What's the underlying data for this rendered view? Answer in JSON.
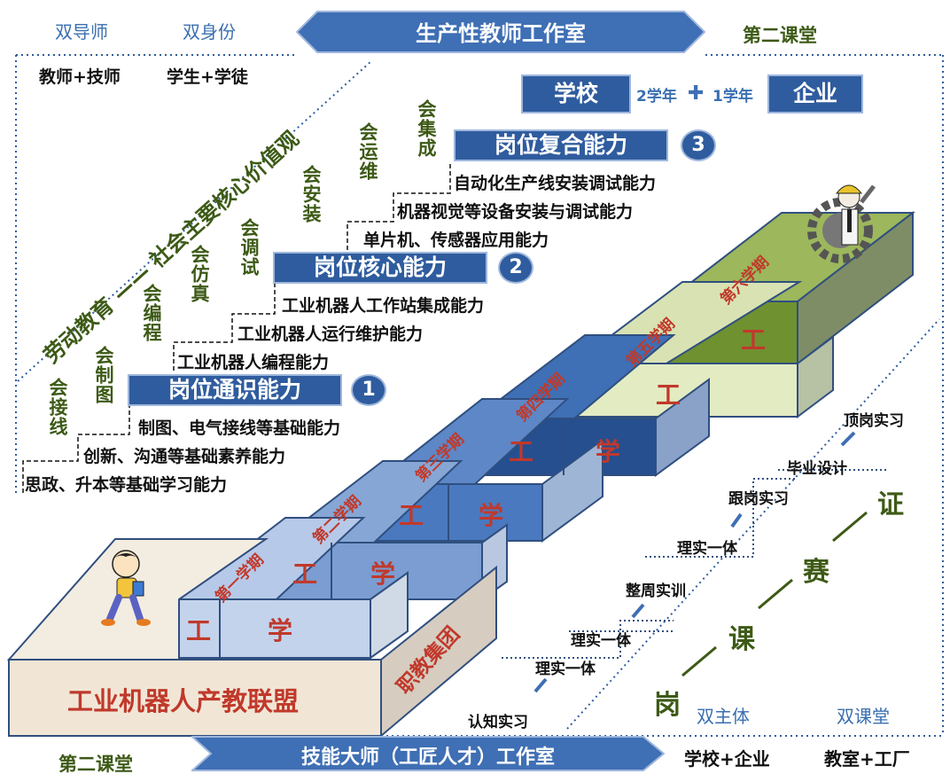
{
  "top": {
    "left1": "双导师",
    "left2": "双身份",
    "banner": "生产性教师工作室",
    "right": "第二课堂"
  },
  "row2": {
    "a": "教师+技师",
    "b": "学生+学徒"
  },
  "diagonal_title": "劳动教育 —— 社会主要核心价值观",
  "partner": {
    "school": "学校",
    "years_school": "2学年",
    "years_company": "1学年",
    "company": "企业"
  },
  "levels": [
    {
      "title": "岗位通识能力",
      "num": "1",
      "items": [
        "制图、电气接线等基础能力",
        "创新、沟通等基础素养能力",
        "思政、升本等基础学习能力"
      ]
    },
    {
      "title": "岗位核心能力",
      "num": "2",
      "items": [
        "工业机器人工作站集成能力",
        "工业机器人运行维护能力",
        "工业机器人编程能力"
      ]
    },
    {
      "title": "岗位复合能力",
      "num": "3",
      "items": [
        "自动化生产线安装调试能力",
        "机器视觉等设备安装与调试能力",
        "单片机、传感器应用能力"
      ]
    }
  ],
  "skills": [
    "会接线",
    "会制图",
    "会编程",
    "会仿真",
    "会调试",
    "会安装",
    "会运维",
    "会集成"
  ],
  "steps": {
    "base": "工业机器人产教联盟",
    "group": "职教集团",
    "semesters": [
      "第一学期",
      "第二学期",
      "第三学期",
      "第四学期",
      "第五学期",
      "第六学期"
    ],
    "work": "工",
    "study": "学"
  },
  "practice": [
    "认知实习",
    "理实一体",
    "理实一体",
    "整周实训",
    "理实一体",
    "跟岗实习",
    "毕业设计",
    "顶岗实习"
  ],
  "gsc": [
    "岗",
    "课",
    "赛",
    "证"
  ],
  "dual": {
    "subject": "双主体",
    "classroom": "双课堂"
  },
  "bottom": {
    "left": "第二课堂",
    "banner": "技能大师（工匠人才）工作室",
    "mid": "学校+企业",
    "right": "教室+工厂"
  },
  "colors": {
    "banner": "#3f6fb4",
    "pill": "#2f5c9e",
    "olive": "#3d5a16",
    "red": "#c0392b"
  }
}
